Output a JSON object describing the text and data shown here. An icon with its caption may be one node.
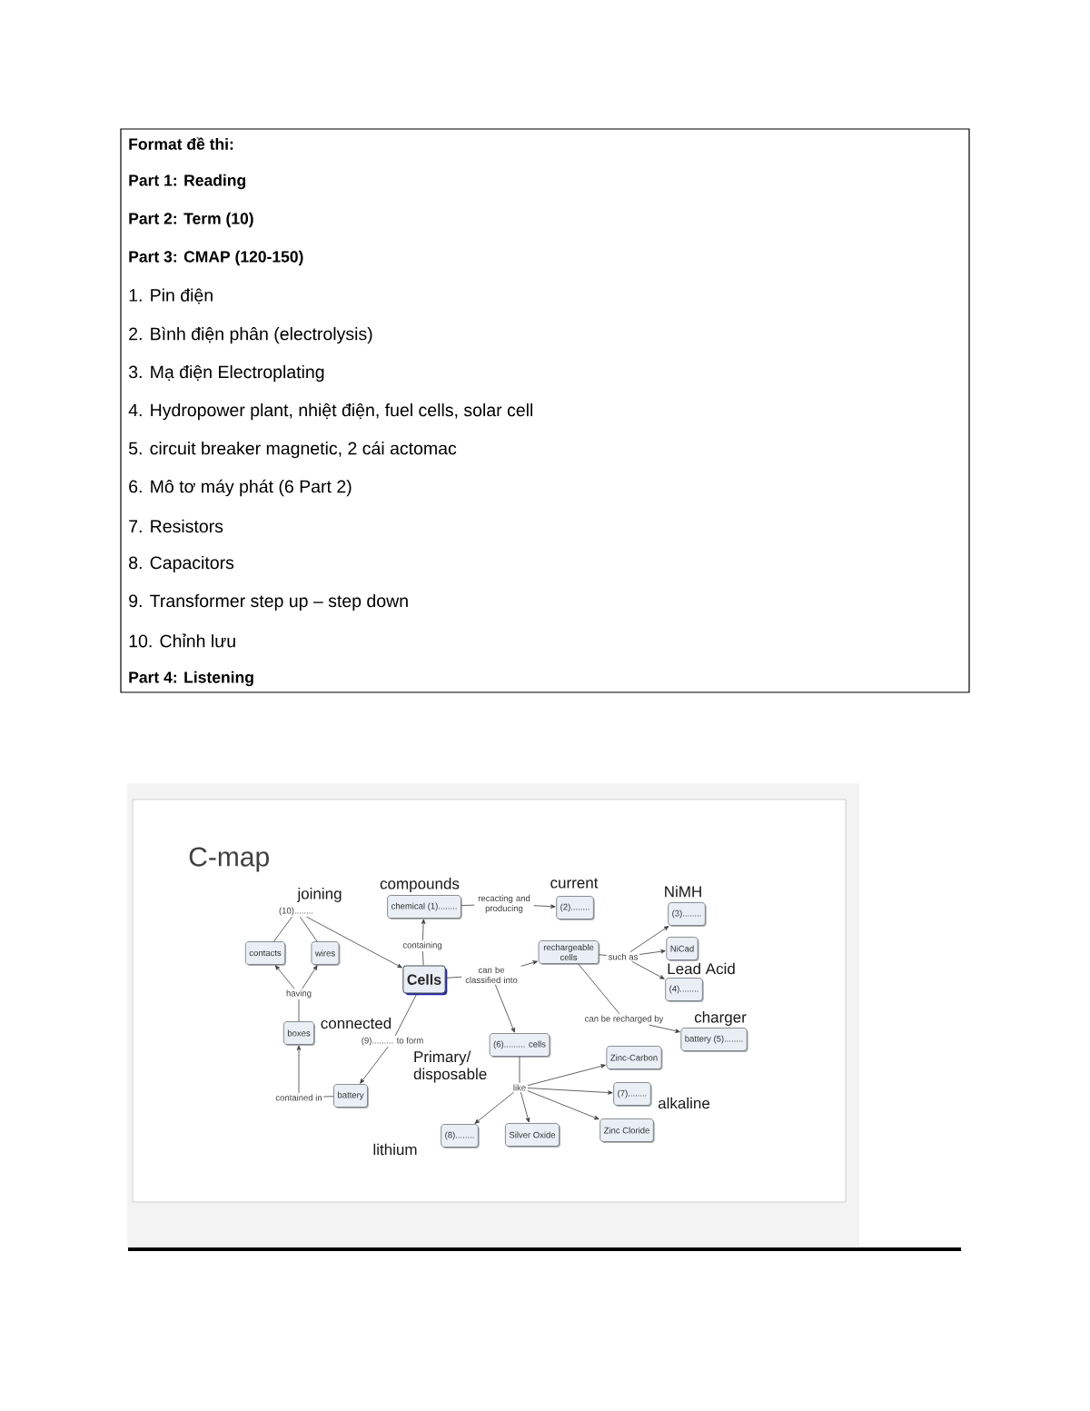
{
  "diagram": {
    "title": "C-map",
    "nodes": [
      {
        "text": [
          "(10)........"
        ],
        "beside": [
          "joining"
        ]
      },
      {
        "text": [
          "chemical (1)........"
        ],
        "beside": [
          "compounds"
        ]
      },
      {
        "text": [
          "recacting and producing"
        ]
      },
      {
        "text": [
          "(2)........"
        ],
        "beside": [
          "current"
        ]
      },
      {
        "text": [
          "(3)........"
        ],
        "beside": [
          "NiMH"
        ]
      },
      {
        "text": [
          "contacts"
        ]
      },
      {
        "text": [
          "wires"
        ]
      },
      {
        "text": [
          "containing"
        ]
      },
      {
        "text": [
          "rechargeable cells"
        ]
      },
      {
        "text": [
          "such as"
        ]
      },
      {
        "text": [
          "NiCad"
        ]
      },
      {
        "text": [
          "Cells"
        ]
      },
      {
        "text": [
          "can be classified into"
        ]
      },
      {
        "text": [
          "(4)........"
        ],
        "beside": [
          "Lead Acid"
        ]
      },
      {
        "text": [
          "having"
        ]
      },
      {
        "text": [
          "boxes"
        ]
      },
      {
        "text": [
          "can be recharged by"
        ]
      },
      {
        "text": [
          "battery (5)........"
        ],
        "beside": [
          "charger"
        ]
      },
      {
        "text": [
          "(9)......... to form"
        ],
        "beside": [
          "connected"
        ]
      },
      {
        "text": [
          "(6)......... cells"
        ],
        "beside": [
          "Primary/ disposable"
        ]
      },
      {
        "text": [
          "Zinc-Carbon"
        ]
      },
      {
        "text": [
          "like"
        ]
      },
      {
        "text": [
          "(7)........"
        ],
        "beside": [
          "alkaline"
        ]
      },
      {
        "text": [
          "contained in"
        ]
      },
      {
        "text": [
          "battery"
        ]
      },
      {
        "text": [
          "(8)........"
        ],
        "beside": [
          "lithium"
        ]
      },
      {
        "text": [
          "Silver Oxide"
        ]
      },
      {
        "text": [
          "Zinc Cloride"
        ]
      }
    ],
    "edges": [
      {
        "from": 5,
        "to": 0,
        "arrow": "none"
      },
      {
        "from": 6,
        "to": 0,
        "arrow": "none"
      },
      {
        "from": 0,
        "to": 11,
        "arrow": "to"
      },
      {
        "from": 15,
        "to": 14,
        "arrow": "none"
      },
      {
        "from": 14,
        "to": 5,
        "arrow": "to"
      },
      {
        "from": 14,
        "to": 6,
        "arrow": "to"
      },
      {
        "from": 24,
        "to": 23,
        "arrow": "none"
      },
      {
        "from": 23,
        "to": 15,
        "arrow": "to"
      },
      {
        "from": 11,
        "to": 7,
        "arrow": "none"
      },
      {
        "from": 7,
        "to": 1,
        "arrow": "to"
      },
      {
        "from": 1,
        "to": 2,
        "arrow": "none"
      },
      {
        "from": 2,
        "to": 3,
        "arrow": "to"
      },
      {
        "from": 11,
        "to": 12,
        "arrow": "none"
      },
      {
        "from": 12,
        "to": 8,
        "arrow": "to"
      },
      {
        "from": 12,
        "to": 19,
        "arrow": "to"
      },
      {
        "from": 8,
        "to": 9,
        "arrow": "none"
      },
      {
        "from": 9,
        "to": 4,
        "arrow": "to"
      },
      {
        "from": 9,
        "to": 10,
        "arrow": "to"
      },
      {
        "from": 9,
        "to": 13,
        "arrow": "to"
      },
      {
        "from": 8,
        "to": 16,
        "arrow": "none"
      },
      {
        "from": 16,
        "to": 17,
        "arrow": "to"
      },
      {
        "from": 11,
        "to": 18,
        "arrow": "none"
      },
      {
        "from": 18,
        "to": 24,
        "arrow": "to"
      },
      {
        "from": 19,
        "to": 21,
        "arrow": "none"
      },
      {
        "from": 21,
        "to": 20,
        "arrow": "to"
      },
      {
        "from": 21,
        "to": 22,
        "arrow": "to"
      },
      {
        "from": 21,
        "to": 27,
        "arrow": "to"
      },
      {
        "from": 21,
        "to": 26,
        "arrow": "to"
      },
      {
        "from": 21,
        "to": 25,
        "arrow": "to"
      }
    ],
    "labels": [
      "Format đề thi:",
      "Part 1: Reading",
      "Part 2: Term (10)",
      "Part 3: CMAP (120-150)",
      "1. Pin điện",
      "2. Bình điện phân (electrolysis)",
      "3. Mạ điện Electroplating",
      "4. Hydropower plant, nhiệt điện, fuel cells, solar cell",
      "5. circuit breaker magnetic, 2 cái actomac",
      "6. Mô tơ máy phát (6 Part 2)",
      "7. Resistors",
      "8. Capacitors",
      "9. Transformer step up – step down",
      "10. Chỉnh lưu",
      "Part 4: Listening"
    ]
  }
}
